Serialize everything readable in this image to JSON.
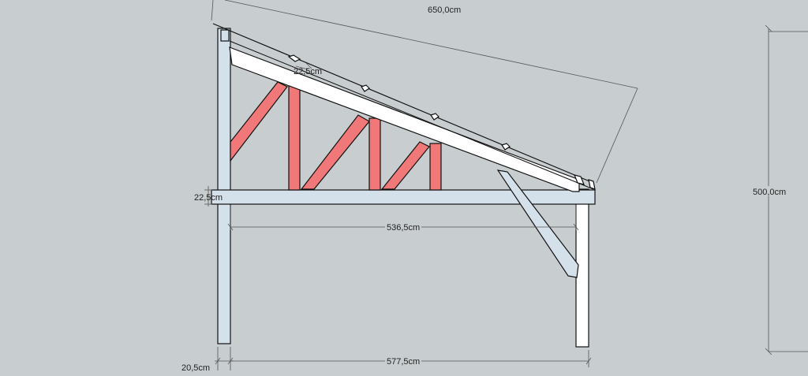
{
  "colors": {
    "background": "#c8cdd0",
    "post_fill": "#d4e0ea",
    "rafter_fill": "#ffffff",
    "web_fill": "#f07878",
    "outline": "#111111",
    "dimension_line": "#555555"
  },
  "dimensions": {
    "rafter_length": "650,0cm",
    "rafter_depth": "22,5cm",
    "beam_depth": "22,5cm",
    "beam_span": "536,5cm",
    "total_height": "500,0cm",
    "post_width": "20,5cm",
    "total_width": "577,5cm"
  }
}
